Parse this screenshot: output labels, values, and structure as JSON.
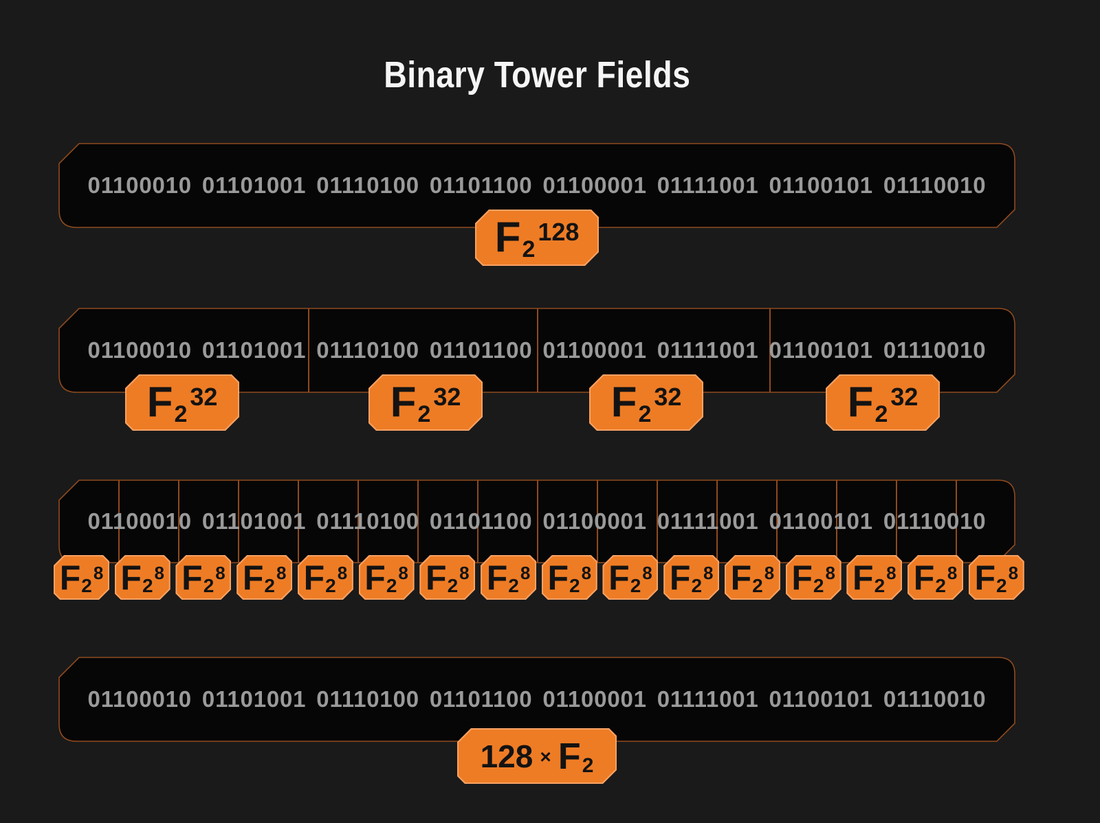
{
  "title": "Binary Tower Fields",
  "binary_string": "01100010 01101001 01110100 01101100 01100001 01111001 01100101 01110010",
  "levels": [
    {
      "field": "F2^128",
      "sections": 1
    },
    {
      "field": "F2^32",
      "sections": 4
    },
    {
      "field": "F2^8",
      "sections": 16
    },
    {
      "field": "128 x F2",
      "sections": 1
    }
  ],
  "tags": {
    "f2_128": {
      "base": "F",
      "sub": "2",
      "sup": "128"
    },
    "f2_32": {
      "base": "F",
      "sub": "2",
      "sup": "32"
    },
    "f2_8": {
      "base": "F",
      "sub": "2",
      "sup": "8"
    },
    "f2_1": {
      "prefix": "128",
      "times": "×",
      "base": "F",
      "sub": "2"
    }
  },
  "colors": {
    "background": "#1a1a1a",
    "box_fill": "#060606",
    "outline": "#8f4a1e",
    "binary_text": "#9a9a9a",
    "tag_fill": "#ee7c25",
    "tag_stroke": "#f8a263",
    "tag_text": "#131313",
    "title": "#f5f5f5"
  }
}
